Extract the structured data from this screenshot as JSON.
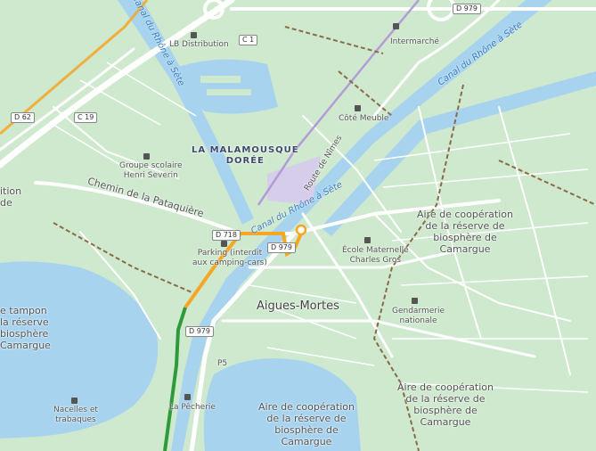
{
  "map": {
    "colors": {
      "land": "#cfe9cf",
      "water": "#a7d3ef",
      "road": "#ffffff",
      "route_orange": "#f5a623",
      "route_green": "#2e9a3a",
      "railway": "#b39bd8",
      "boundary": "#8a6a4a"
    },
    "canal_labels": [
      {
        "id": "canal-top-left",
        "text": "Canal du Rhône à Sète"
      },
      {
        "id": "canal-top-right",
        "text": "Canal du Rhône à Sète"
      },
      {
        "id": "canal-middle",
        "text": "Canal du Rhône à Sète"
      }
    ],
    "road_shields": [
      {
        "id": "d979-top",
        "text": "D 979"
      },
      {
        "id": "c1",
        "text": "C 1"
      },
      {
        "id": "c19",
        "text": "C 19"
      },
      {
        "id": "d62",
        "text": "D 62"
      },
      {
        "id": "d718",
        "text": "D 718"
      },
      {
        "id": "d979-mid",
        "text": "D 979"
      },
      {
        "id": "d979-bottom",
        "text": "D 979"
      }
    ],
    "labels": [
      {
        "id": "lb-distribution",
        "text": "LB Distribution"
      },
      {
        "id": "intermarche",
        "text": "Intermarché"
      },
      {
        "id": "cote-meuble",
        "text": "Côté Meuble"
      },
      {
        "id": "malamousque",
        "text": "LA MALAMOUSQUE\nDORÉE"
      },
      {
        "id": "groupe-scolaire",
        "text": "Groupe scolaire\nHenri Severin"
      },
      {
        "id": "chemin-pataquiere",
        "text": "Chemin de la Pataquière"
      },
      {
        "id": "route-nimes",
        "text": "Route de Nîmes"
      },
      {
        "id": "parking",
        "text": "Parking (interdit\naux camping-cars)"
      },
      {
        "id": "aigues-mortes",
        "text": "Aigues-Mortes"
      },
      {
        "id": "ecole-maternelle",
        "text": "École Maternelle\nCharles Gros"
      },
      {
        "id": "gendarmerie",
        "text": "Gendarmerie\nnationale"
      },
      {
        "id": "aire-1",
        "text": "Aire de coopération\nde la réserve de\nbiosphère de\nCamargue"
      },
      {
        "id": "aire-2",
        "text": "Aire de coopération\nde la réserve de\nbiosphère de\nCamargue"
      },
      {
        "id": "aire-3",
        "text": "Aire de coopération\nde la réserve de\nbiosphère de\nCamargue"
      },
      {
        "id": "left-tampon",
        "text": "e tampon\nla réserve\nbiosphère\nCamargue"
      },
      {
        "id": "left-tion",
        "text": "ition\nde"
      },
      {
        "id": "nacelles",
        "text": "Nacelles et\ntrabaques"
      },
      {
        "id": "pecherie",
        "text": "La Pêcherie"
      },
      {
        "id": "p-label",
        "text": "P5"
      }
    ]
  }
}
